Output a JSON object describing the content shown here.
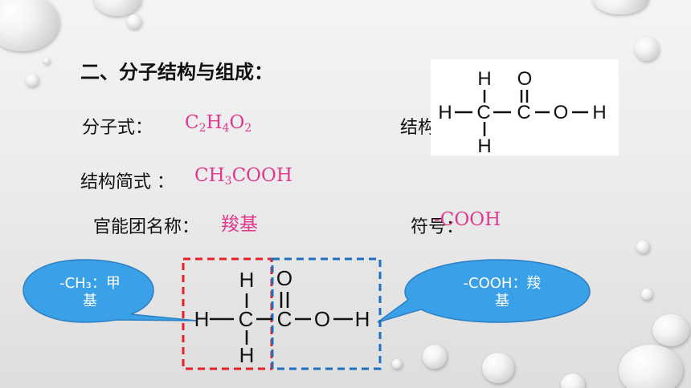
{
  "heading": "二、分子结构与组成：",
  "molecular_formula_label": "分子式：",
  "molecular_formula": {
    "c": "C",
    "c_n": "2",
    "h": "H",
    "h_n": "4",
    "o": "O",
    "o_n": "2"
  },
  "structural_label_partial": "结构",
  "condensed_label": "结构简式 ：",
  "condensed_formula": {
    "pre": "CH",
    "n": "3",
    "post": "COOH"
  },
  "functional_group_name_label": "官能团名称：",
  "functional_group_name": "羧基",
  "symbol_label": "符号：",
  "symbol_value": "-COOH",
  "structure": {
    "h_top": "H",
    "o_top": "O",
    "h_left": "H",
    "c1": "C",
    "c2": "C",
    "o_right": "O",
    "h_right": "H",
    "h_bottom": "H"
  },
  "bubble_left": {
    "line1": "-CH₃：甲",
    "line2": "基"
  },
  "bubble_right": {
    "line1": "-COOH：羧",
    "line2": "基"
  },
  "colors": {
    "pink": "#e2388f",
    "bubble": "#3aa0e8",
    "red_box": "#e8202a",
    "blue_box": "#1e6fc0"
  }
}
